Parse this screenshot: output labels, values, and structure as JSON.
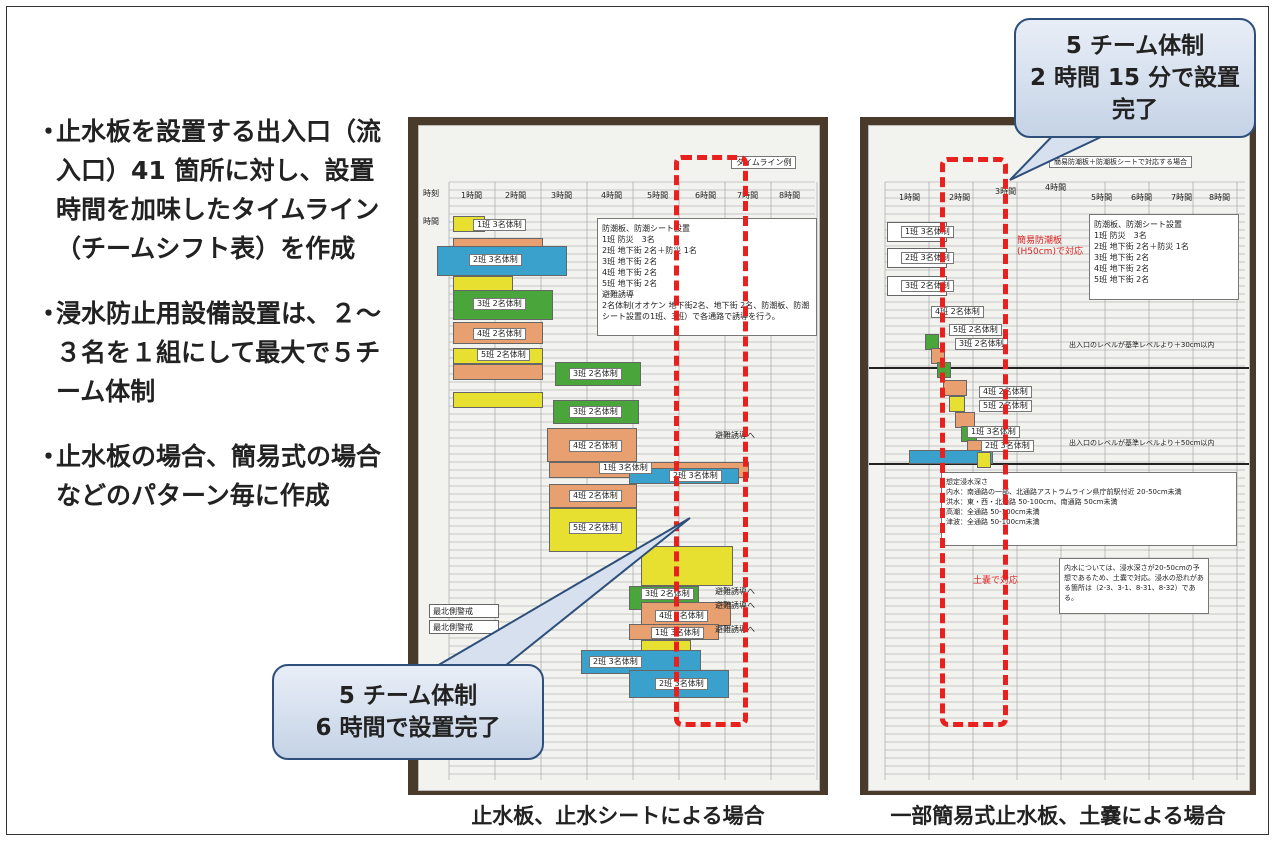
{
  "bullets": [
    {
      "dot": "・",
      "text": "止水板を設置する出入口（流入口）41 箇所に対し、設置時間を加味したタイムライン（チームシフト表）を作成"
    },
    {
      "dot": "・",
      "text": "浸水防止用設備設置は、２～３名を１組にして最大で５チーム体制"
    },
    {
      "dot": "・",
      "text": "止水板の場合、簡易式の場合などのパターン毎に作成"
    }
  ],
  "callouts": {
    "left": {
      "line1": "5 チーム体制",
      "line2": "6 時間で設置完了"
    },
    "right": {
      "line1": "5 チーム体制",
      "line2": "2 時間 15 分で設置",
      "line3": "完了"
    }
  },
  "captions": {
    "left": "止水板、止水シートによる場合",
    "right": "一部簡易式止水板、土嚢による場合"
  },
  "left_sheet": {
    "title": "タイムライン例",
    "hours": [
      "1時間",
      "2時間",
      "3時間",
      "4時間",
      "5時間",
      "6時間",
      "7時間",
      "8時間"
    ],
    "side_header": "時刻",
    "side_header2": "時間",
    "team_box": "防潮板、防潮シート設置\n1班 防災　3名\n2班 地下街 2名＋防災 1名\n3班 地下街 2名\n4班 地下街 2名\n5班 地下街 2名\n避難誘導\n2名体制(オオケン 地下街2名、地下街 2名、防潮板、防潮シート設置の1班、3班）で各通路で誘導を行う。",
    "labels": [
      "1班 3名体制",
      "2班 3名体制",
      "3班 2名体制",
      "4班 2名体制",
      "5班 2名体制",
      "3班 2名体制",
      "3班 2名体制",
      "4班 2名体制",
      "1班 3名体制",
      "2班 3名体制",
      "4班 2名体制",
      "5班 2名体制",
      "3班 2名体制",
      "4班 2名体制",
      "1班 3名体制",
      "2班 3名体制",
      "2班 3名体制"
    ],
    "notes": [
      "避難誘導へ",
      "避難誘導へ",
      "避難誘導へ",
      "避難誘導へ"
    ],
    "bottom_rows": [
      "最北側警戒",
      "最北側警戒"
    ]
  },
  "right_sheet": {
    "title": "簡易防潮板＋防潮板シートで対応する場合",
    "hours": [
      "1時間",
      "2時間",
      "3時間",
      "4時間",
      "5時間",
      "6時間",
      "7時間",
      "8時間"
    ],
    "team_box": "防潮板、防潮シート設置\n1班 防災　3名\n2班 地下街 2名＋防災 1名\n3班 地下街 2名\n4班 地下街 2名\n5班 地下街 2名",
    "red_note1": "簡易防潮板\n(H50cm)で対応",
    "red_note2": "土嚢で対応",
    "line1": "出入口のレベルが基準レベルより＋30cm以内",
    "line2": "出入口のレベルが基準レベルより＋50cm以内",
    "labels": [
      "1班 3名体制",
      "2班 3名体制",
      "3班 2名体制",
      "4班 2名体制",
      "5班 2名体制",
      "3班 2名体制",
      "4班 2名体制",
      "5班 2名体制",
      "1班 3名体制",
      "2班 3名体制"
    ],
    "depth_box": "想定浸水深さ\n内水：南通路の一部、北通路アストラムライン県庁前駅付近 20-50cm未満\n洪水：東・西・北通路 50-100cm、南通路 50cm未満\n高潮：全通路 50-100cm未満\n津波：全通路 50-100cm未満",
    "note_box": "内水については、浸水深さが20-50cmの予想であるため、土嚢で対応。浸水の恐れがある箇所は（2-3、3-1、8-31、8-32）である。"
  },
  "colors": {
    "blue": "#3aa0cc",
    "green": "#4aa63a",
    "orange": "#e8a070",
    "yellow": "#e8e030",
    "red": "#e8211f",
    "callout_border": "#2d4f7a"
  }
}
